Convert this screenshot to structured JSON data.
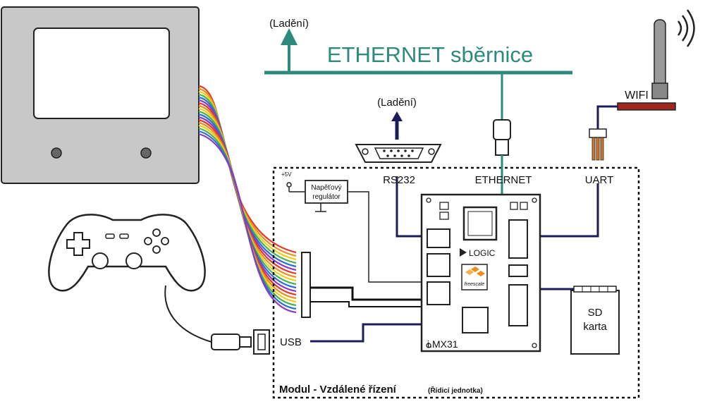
{
  "bus": {
    "title": "ETHERNET sběrnice",
    "debug_label": "(Ladění)"
  },
  "serial": {
    "debug_label": "(Ladění)",
    "rs232_label": "RS232"
  },
  "ethernet_label": "ETHERNET",
  "wifi": {
    "label": "WIFI"
  },
  "uart_label": "UART",
  "usb_label": "USB",
  "regulator": {
    "line1": "Napěťový",
    "line2": "regulátor",
    "supply": "+5V"
  },
  "board": {
    "brand": "LOGIC",
    "vendor": "freescale",
    "cpu": "i.MX31"
  },
  "sd": {
    "line1": "SD",
    "line2": "karta"
  },
  "module": {
    "title": "Modul - Vzdálené řízení",
    "subtitle": "(Řídicí jednotka)"
  },
  "colors": {
    "bus": "#2e8b7c",
    "wire_dark": "#1c1c5a",
    "wifi_bar": "#a0261f",
    "panel": "#c8c8c8"
  }
}
